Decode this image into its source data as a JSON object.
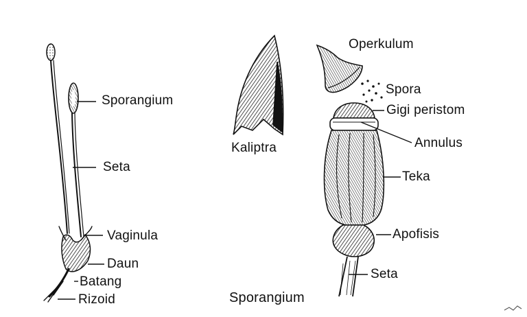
{
  "labels": {
    "sporangium": "Sporangium",
    "seta_left": "Seta",
    "vaginula": "Vaginula",
    "daun": "Daun",
    "batang": "Batang",
    "rizoid": "Rizoid",
    "kaliptra": "Kaliptra",
    "operkulum": "Operkulum",
    "spora": "Spora",
    "gigi_peristom": "Gigi peristom",
    "annulus": "Annulus",
    "teka": "Teka",
    "apofisis": "Apofisis",
    "seta_right": "Seta"
  },
  "caption": "Sporangium",
  "colors": {
    "ink": "#111111",
    "paper": "#ffffff"
  }
}
